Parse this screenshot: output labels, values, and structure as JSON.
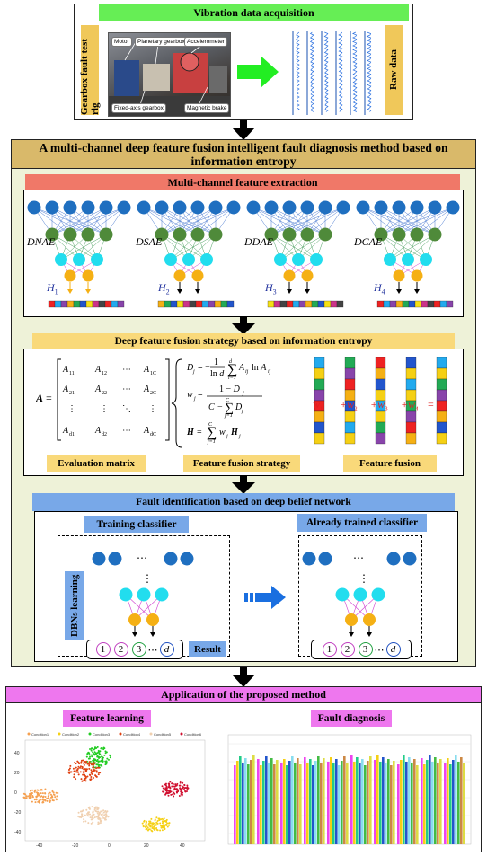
{
  "top": {
    "title": "Vibration data acquisition",
    "rig_label": "Gearbox fault test rig",
    "raw_label": "Raw data",
    "photo_labels": {
      "motor": "Motor",
      "planetary": "Planetary gearbox",
      "accelerometer": "Accelerometer",
      "fixed_axis": "Fixed-axis gearbox",
      "brake": "Magnetic brake"
    }
  },
  "method": {
    "title": "A multi-channel deep feature fusion intelligent fault diagnosis method based on information entropy"
  },
  "extraction": {
    "title": "Multi-channel feature extraction",
    "encoders": [
      {
        "name": "DNAE",
        "h": "H",
        "sub": "1"
      },
      {
        "name": "DSAE",
        "h": "H",
        "sub": "2"
      },
      {
        "name": "DDAE",
        "h": "H",
        "sub": "3"
      },
      {
        "name": "DCAE",
        "h": "H",
        "sub": "4"
      }
    ]
  },
  "fusion": {
    "title": "Deep feature fusion strategy based on information entropy",
    "matrix_label": "Evaluation matrix",
    "strategy_label": "Feature fusion strategy",
    "feature_label": "Feature fusion",
    "weights": [
      "w",
      "w",
      "w",
      "w"
    ],
    "weight_subs": [
      "1",
      "2",
      "3",
      "4"
    ]
  },
  "identification": {
    "title": "Fault identification based on deep belief network",
    "training": "Training classifier",
    "trained": "Already trained classifier",
    "dbn_label": "DBNs learning",
    "result_label": "Result",
    "classes": [
      "1",
      "2",
      "3",
      "d"
    ]
  },
  "application": {
    "title": "Application of the proposed method",
    "feature_learning": "Feature learning",
    "fault_diagnosis": "Fault diagnosis",
    "legend": [
      "Condition1",
      "Condition2",
      "Condition3",
      "Condition4",
      "Condition5",
      "Condition6"
    ],
    "x_ticks": [
      "-40",
      "-20",
      "0",
      "20",
      "40"
    ],
    "y_ticks": [
      "40",
      "20",
      "0",
      "-20",
      "-40"
    ]
  },
  "colors": {
    "green_bar": "#66ee55",
    "gold_box": "#d9b96a",
    "red_bar": "#f07868",
    "yellow_bar": "#f9d97a",
    "blue_bar": "#78a8e8",
    "pink_bar": "#ee77ee",
    "node_blue": "#1f6fc0",
    "node_green": "#4f8a3a",
    "node_cyan": "#22ddee",
    "node_orange": "#f5b014"
  }
}
